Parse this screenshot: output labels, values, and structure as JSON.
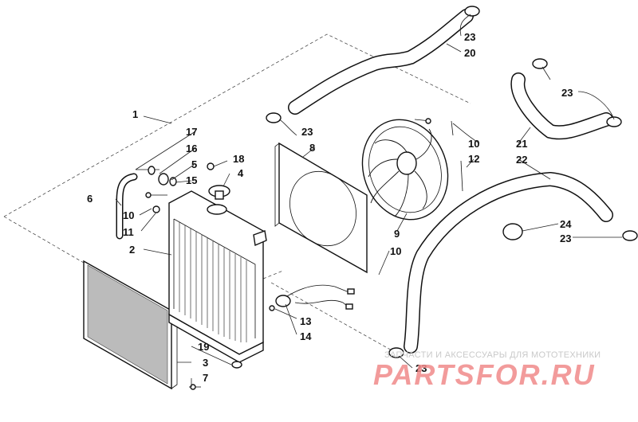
{
  "diagram": {
    "callouts": {
      "c1": "1",
      "c2": "2",
      "c3": "3",
      "c4": "4",
      "c5": "5",
      "c6": "6",
      "c7": "7",
      "c8": "8",
      "c9": "9",
      "c10a": "10",
      "c10b": "10",
      "c10c": "10",
      "c11": "11",
      "c12": "12",
      "c13": "13",
      "c14": "14",
      "c15": "15",
      "c16": "16",
      "c17": "17",
      "c18": "18",
      "c19": "19",
      "c20": "20",
      "c21": "21",
      "c22": "22",
      "c23a": "23",
      "c23b": "23",
      "c23c": "23",
      "c23d": "23",
      "c23e": "23",
      "c24": "24"
    }
  },
  "watermark": {
    "tagline": "ЗАПЧАСТИ И АКСЕССУАРЫ ДЛЯ МОТОТЕХНИКИ",
    "logo": "PARTSFOR.RU"
  },
  "colors": {
    "watermark_logo": "#f08a8a",
    "line": "#111111"
  }
}
